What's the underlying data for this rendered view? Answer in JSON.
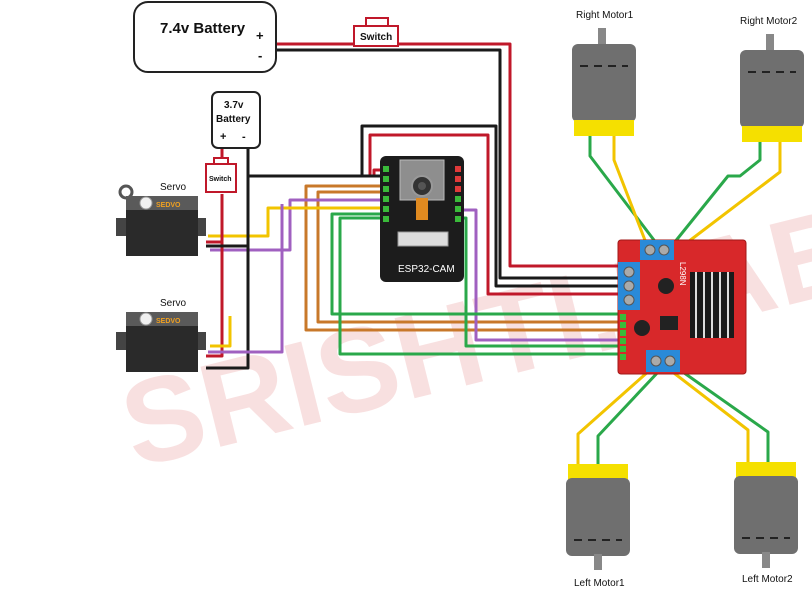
{
  "battery_main": {
    "label": "7.4v Battery",
    "plus": "+",
    "minus": "-"
  },
  "battery_small": {
    "label_line1": "3.7v",
    "label_line2": "Battery",
    "plus": "+",
    "minus": "-"
  },
  "switch_main": {
    "label": "Switch"
  },
  "switch_small": {
    "label": "Switch"
  },
  "servo_top": {
    "label": "Servo",
    "brand": "SEDVO"
  },
  "servo_bottom": {
    "label": "Servo",
    "brand": "SEDVO"
  },
  "esp32": {
    "label": "ESP32-CAM"
  },
  "driver": {
    "label": "L298N"
  },
  "motors": {
    "right1": "Right Motor1",
    "right2": "Right Motor2",
    "left1": "Left Motor1",
    "left2": "Left Motor2"
  },
  "watermark": {
    "text": "SRISHTI.LAB"
  },
  "colors": {
    "wire_red": "#c0182a",
    "wire_black": "#1a1a1a",
    "wire_green": "#2aa84a",
    "wire_yellow": "#f2c400",
    "wire_orange": "#c8782a",
    "wire_purple": "#a060c0",
    "driver_red": "#d8282a",
    "motor_gray": "#6f6f6f",
    "motor_yellow": "#f5e000"
  }
}
